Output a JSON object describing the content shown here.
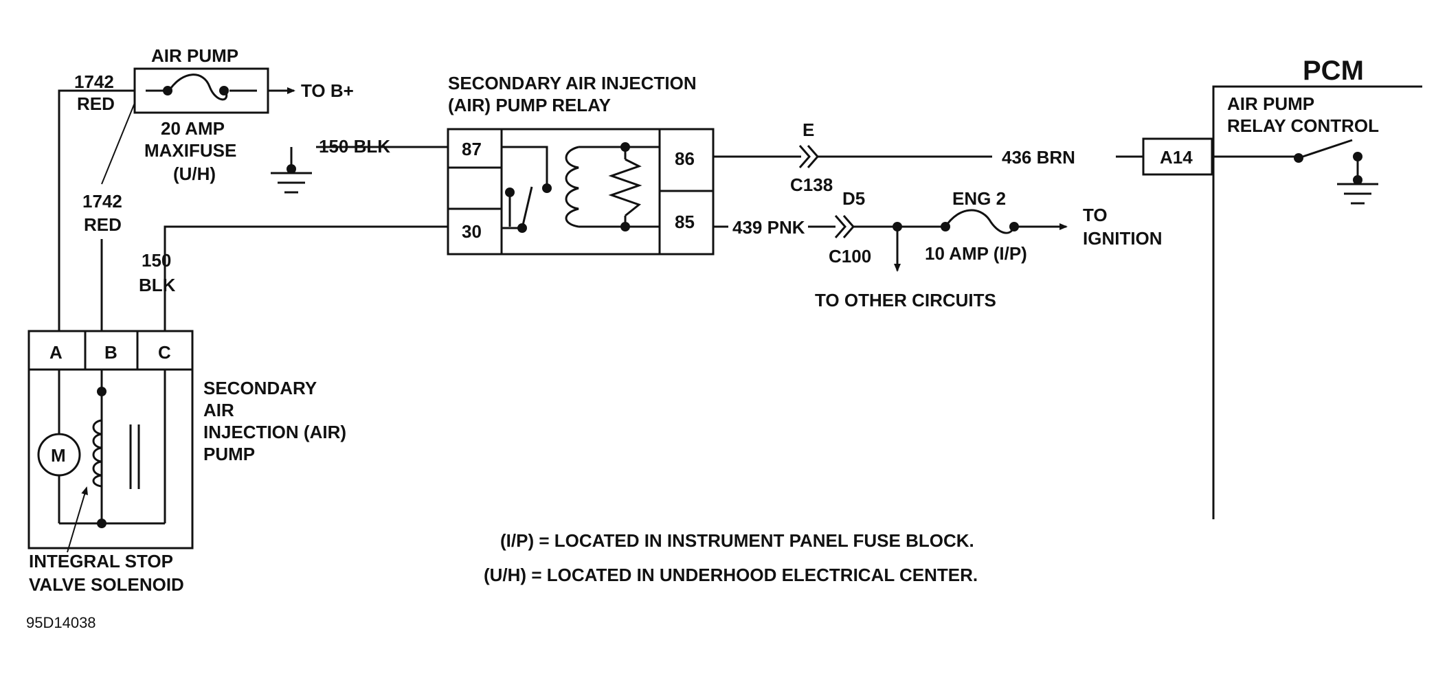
{
  "labels": {
    "air_pump_fuse_title": "AIR PUMP",
    "to_b_plus": "TO B+",
    "fuse_rating_20": "20 AMP",
    "maxifuse": "MAXIFUSE",
    "uh_tag": "(U/H)",
    "wire_1742": "1742",
    "red": "RED",
    "wire_150": "150",
    "blk": "BLK",
    "wire_150_blk": "150 BLK",
    "relay_title_line1": "SECONDARY AIR INJECTION",
    "relay_title_line2": "(AIR) PUMP RELAY",
    "pin_87": "87",
    "pin_30": "30",
    "pin_86": "86",
    "pin_85": "85",
    "conn_e": "E",
    "conn_c138": "C138",
    "conn_d5": "D5",
    "conn_c100": "C100",
    "wire_436_brn": "436 BRN",
    "wire_439_pnk": "439 PNK",
    "eng2_fuse": "ENG 2",
    "fuse_rating_10": "10 AMP (I/P)",
    "to": "TO",
    "ignition": "IGNITION",
    "to_other_circuits": "TO OTHER CIRCUITS",
    "pcm": "PCM",
    "pcm_pin_a14": "A14",
    "pcm_ctrl_line1": "AIR PUMP",
    "pcm_ctrl_line2": "RELAY CONTROL",
    "pump_pin_a": "A",
    "pump_pin_b": "B",
    "pump_pin_c": "C",
    "motor": "M",
    "pump_line1": "SECONDARY",
    "pump_line2": "AIR",
    "pump_line3": "INJECTION (AIR)",
    "pump_line4": "PUMP",
    "solenoid_line1": "INTEGRAL STOP",
    "solenoid_line2": "VALVE SOLENOID",
    "legend_ip": "(I/P) = LOCATED IN INSTRUMENT PANEL FUSE BLOCK.",
    "legend_uh": "(U/H) = LOCATED IN UNDERHOOD ELECTRICAL CENTER.",
    "figure_id": "95D14038"
  }
}
